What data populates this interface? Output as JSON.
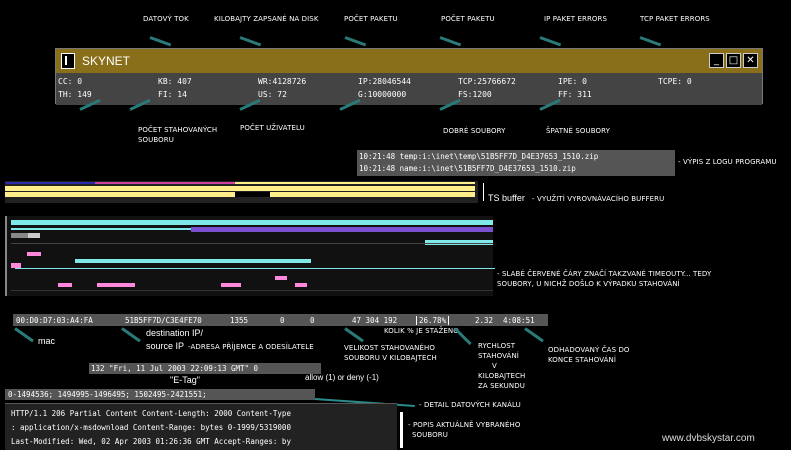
{
  "top_labels": {
    "datovy_tok": "DATOVÝ TOK",
    "kb_zapsane": "KILOBAJTY ZAPSANÉ NA DISK",
    "pocet_paketu_1": "POČET PAKETU",
    "pocet_paketu_2": "POČET PAKETU",
    "ip_errors": "IP PAKET ERRORS",
    "tcp_errors": "TCP PAKET ERRORS"
  },
  "window": {
    "title": "SKYNET",
    "minimize": "_",
    "maximize": "□",
    "close": "✕"
  },
  "stats": {
    "cc": "CC:   0",
    "th": "TH: 149",
    "kb": "KB: 407",
    "fi": "FI:  14",
    "wr": "WR:4128726",
    "us": "US:  72",
    "ip": "IP:28046544",
    "g": "G:10000000",
    "tcp": "TCP:25766672",
    "fs": "FS:1200",
    "ipe": "IPE:   0",
    "ff": "FF: 311",
    "tcpe": "TCPE:   0"
  },
  "mid_labels": {
    "pocet_stahovanych": "POČET STAHOVANÝCH",
    "souboru": "SOUBORU",
    "pocet_uzivatelu": "POČET UŽIVATELU",
    "dobre_soubory": "DOBRÉ SOUBORY",
    "spatne_soubory": "ŠPATNÉ SOUBORY"
  },
  "log": {
    "line1": "10:21:48 temp:i:\\inet\\temp\\51B5FF7D_D4E37653_1510.zip",
    "line2": "10:21:48 name:i:\\inet\\51B5FF7D_D4E37653_1510.zip",
    "note": "- VÝPIS Z LOGU PROGRAMU"
  },
  "buffer": {
    "label": "TS buffer",
    "note": "- VYUŽITÍ VYROVNÁVACÍHO BUFFERU"
  },
  "timeouts_note": {
    "line1": "- SLABÉ ČERVENÉ ČÁRY ZNAČÍ TAKZVANÉ TIMEOUTY... TEDY",
    "line2": "SOUBORY, U NICHŽ DOŠLO K VÝPADKU STAHOVÁNÍ"
  },
  "conn_row": {
    "mac": "00:D0:D7:03:A4:FA",
    "dest": "51B5FF7D/C3E4FE70",
    "port": "1355",
    "z1": "0",
    "z2": "0",
    "size": "47 304 192",
    "pct": "26.78%",
    "speed": "2.32",
    "time": "4:08:51"
  },
  "conn_labels": {
    "mac": "mac",
    "destination": "destination IP/",
    "source": "source IP",
    "source_note": "-ADRESA PŘÍJEMCE A ODESÍLATELE",
    "velikost1": "VELIKOST STAHOVANÉHO",
    "velikost2": "SOUBORU V KILOBAJTECH",
    "kolik": "KOLIK % JE STAŽENO",
    "rychlost1": "RYCHLOST",
    "rychlost2": "STAHOVÁNÍ",
    "rychlost3": "V",
    "rychlost4": "KILOBAJTECH",
    "rychlost5": "ZA SEKUNDU",
    "odhad1": "ODHADOVANÝ ČAS DO",
    "odhad2": "KONCE STAHOVÁNÍ"
  },
  "etag": {
    "value": "132 \"Fri, 11 Jul 2003 22:09:13 GMT\" 0",
    "label": "\"E-Tag\"",
    "allow": "allow (1) or deny (-1)"
  },
  "channels": {
    "value": "0-1494536; 1494995-1496495; 1502495-2421551;",
    "note": "- DETAIL DATOVÝCH KANÁLU"
  },
  "detail": {
    "line1": "HTTP/1.1 206 Partial Content  Content-Length: 2000  Content-Type",
    "line2": ": application/x-msdownload  Content-Range: bytes 0-1999/5319000",
    "line3": " Last-Modified: Wed, 02 Apr 2003 01:26:36 GMT  Accept-Ranges: by",
    "note1": "- POPIS AKTUÁLNĚ VYBRANÉHO",
    "note2": "SOUBORU"
  },
  "watermark": "www.dvbskystar.com",
  "colors": {
    "title_bar": "#8a6f1a",
    "buffer_yellow": "#ffef8a",
    "cyan": "#7fe8e8",
    "purple": "#7a4fd0",
    "pink": "#ff88dd",
    "arrow_teal": "#2a8a8a"
  }
}
